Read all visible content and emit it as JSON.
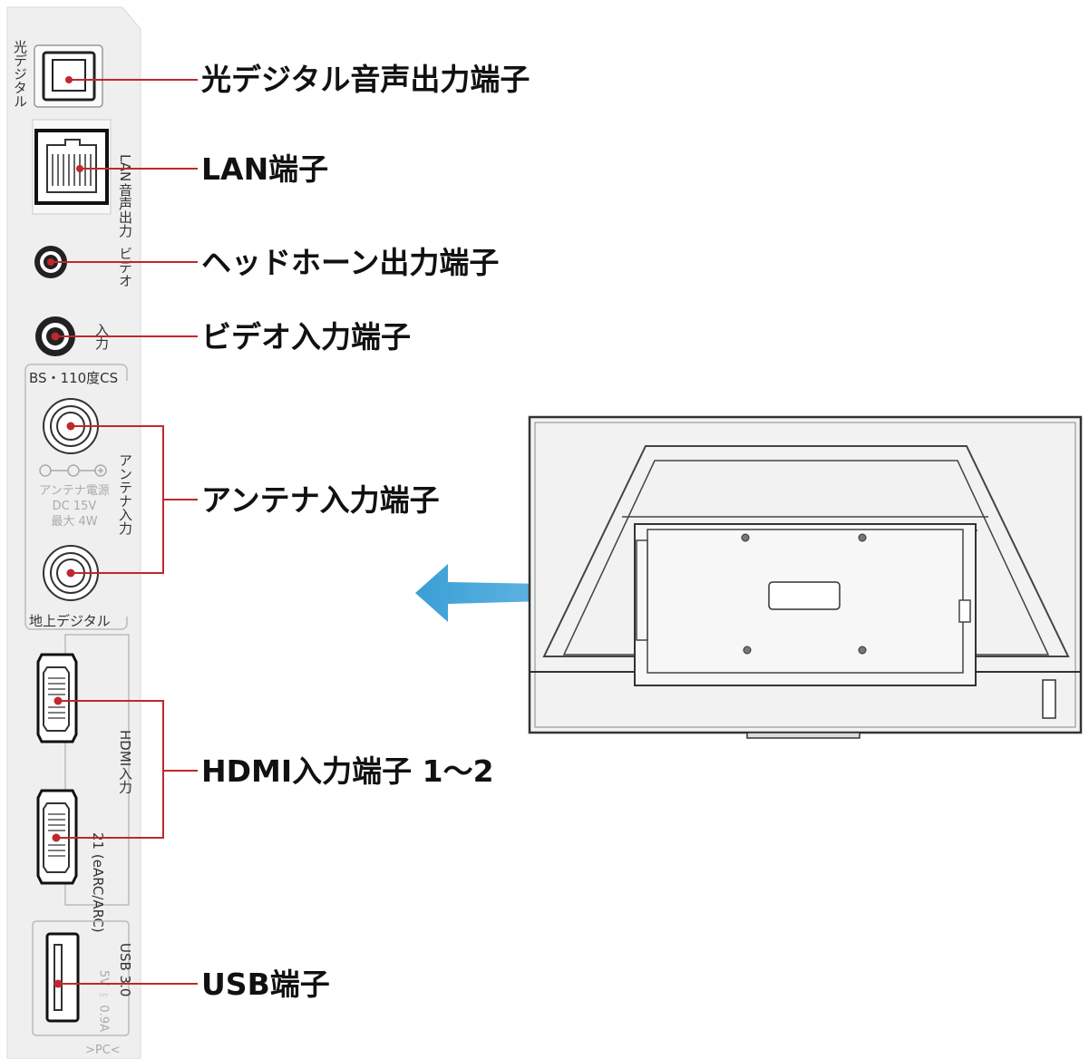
{
  "callouts": {
    "optical": "光デジタル音声出力端子",
    "lan": "LAN端子",
    "headphone": "ヘッドホーン出力端子",
    "video": "ビデオ入力端子",
    "antenna": "アンテナ入力端子",
    "hdmi": "HDMI入力端子 1～2",
    "usb": "USB端子"
  },
  "panel_labels": {
    "optical_vertical": "光デジタル",
    "lan_vertical": "LAN",
    "audio_out_vertical": "音声出力",
    "video_vertical": "ビデオ",
    "input_vertical": "入力",
    "bs_cs": "BS・110度CS",
    "antenna_power_1": "アンテナ電源",
    "antenna_power_2": "DC 15V",
    "antenna_power_3": "最大 4W",
    "antenna_input_vertical": "アンテナ入力",
    "terrestrial": "地上デジタル",
    "hdmi_vertical": "HDMI入力",
    "hdmi_numbers": "21 (eARC/ARC)",
    "usb_vertical": "USB 3.0",
    "usb_power": "5V ⎓ 0.9A",
    "pc": ">PC<"
  },
  "colors": {
    "leader": "#c0282d",
    "arrow": "#4aa8d8",
    "panel": "#eeeeee",
    "outline": "#333333"
  }
}
